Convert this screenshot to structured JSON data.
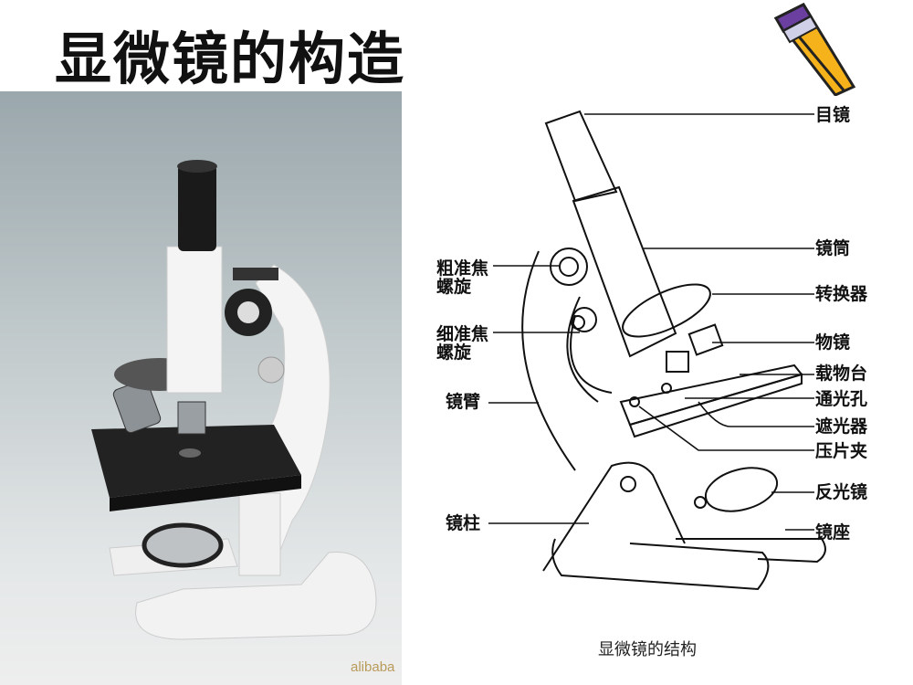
{
  "title": "显微镜的构造",
  "photo": {
    "watermark": "alibaba"
  },
  "diagram": {
    "caption": "显微镜的结构",
    "labels_right": [
      "目镜",
      "镜筒",
      "转换器",
      "物镜",
      "载物台",
      "通光孔",
      "遮光器",
      "压片夹",
      "反光镜",
      "镜座"
    ],
    "labels_left": [
      "粗准焦\n螺旋",
      "细准焦\n螺旋",
      "镜臂",
      "镜柱"
    ]
  },
  "icons": {
    "decoration": "pencil-icon"
  }
}
